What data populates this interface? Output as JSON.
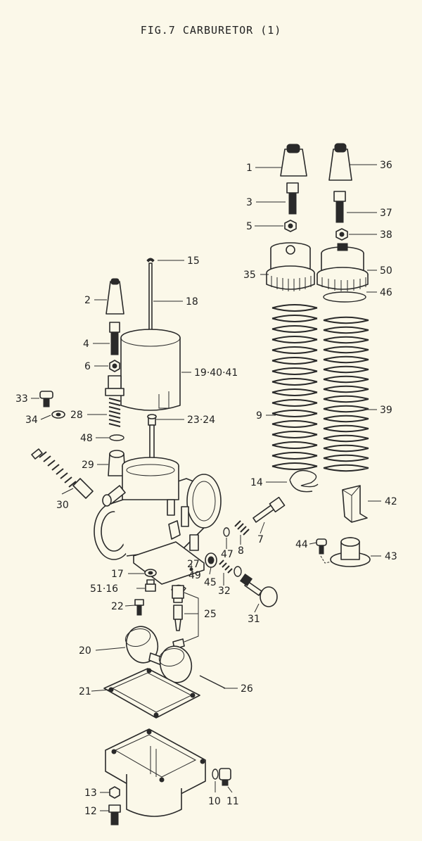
{
  "title": "FIG.7  CARBURETOR (1)",
  "callouts": [
    {
      "id": "c1",
      "text": "1"
    },
    {
      "id": "c36",
      "text": "36"
    },
    {
      "id": "c3",
      "text": "3"
    },
    {
      "id": "c37",
      "text": "37"
    },
    {
      "id": "c5",
      "text": "5"
    },
    {
      "id": "c38",
      "text": "38"
    },
    {
      "id": "c15",
      "text": "15"
    },
    {
      "id": "c35",
      "text": "35"
    },
    {
      "id": "c50",
      "text": "50"
    },
    {
      "id": "c2",
      "text": "2"
    },
    {
      "id": "c18",
      "text": "18"
    },
    {
      "id": "c46",
      "text": "46"
    },
    {
      "id": "c4",
      "text": "4"
    },
    {
      "id": "c6",
      "text": "6"
    },
    {
      "id": "c19",
      "text": "19·40·41"
    },
    {
      "id": "c33",
      "text": "33"
    },
    {
      "id": "c28",
      "text": "28"
    },
    {
      "id": "c34",
      "text": "34"
    },
    {
      "id": "c9",
      "text": "9"
    },
    {
      "id": "c39",
      "text": "39"
    },
    {
      "id": "c23",
      "text": "23·24"
    },
    {
      "id": "c48",
      "text": "48"
    },
    {
      "id": "c29",
      "text": "29"
    },
    {
      "id": "c14",
      "text": "14"
    },
    {
      "id": "c30",
      "text": "30"
    },
    {
      "id": "c42",
      "text": "42"
    },
    {
      "id": "c7",
      "text": "7"
    },
    {
      "id": "c8",
      "text": "8"
    },
    {
      "id": "c47",
      "text": "47"
    },
    {
      "id": "c44",
      "text": "44"
    },
    {
      "id": "c43",
      "text": "43"
    },
    {
      "id": "c27",
      "text": "27"
    },
    {
      "id": "c49",
      "text": "49"
    },
    {
      "id": "c17",
      "text": "17"
    },
    {
      "id": "c45",
      "text": "45"
    },
    {
      "id": "c32",
      "text": "32"
    },
    {
      "id": "c51",
      "text": "51·16"
    },
    {
      "id": "c31",
      "text": "31"
    },
    {
      "id": "c22",
      "text": "22"
    },
    {
      "id": "c25",
      "text": "25"
    },
    {
      "id": "c20",
      "text": "20"
    },
    {
      "id": "c21",
      "text": "21"
    },
    {
      "id": "c26",
      "text": "26"
    },
    {
      "id": "c13",
      "text": "13"
    },
    {
      "id": "c10",
      "text": "10"
    },
    {
      "id": "c11",
      "text": "11"
    },
    {
      "id": "c12",
      "text": "12"
    }
  ]
}
